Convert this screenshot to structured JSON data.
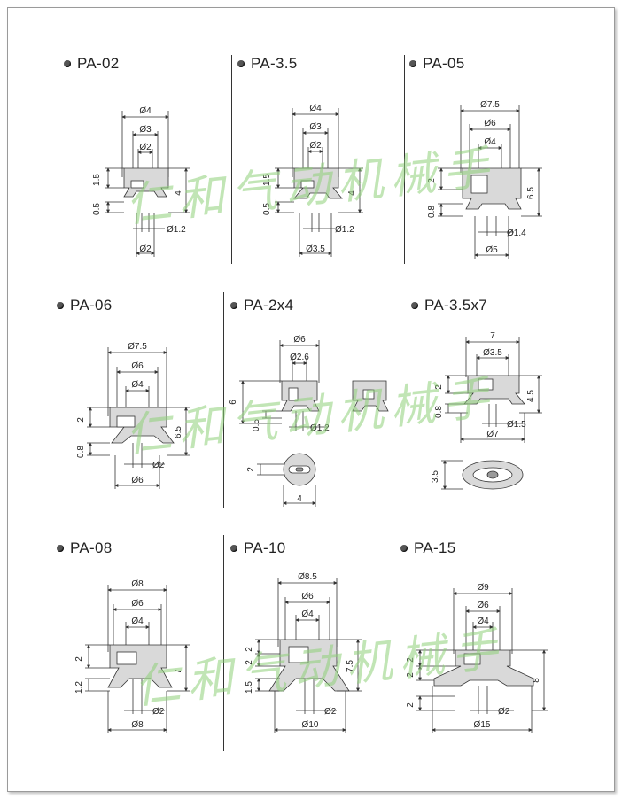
{
  "models": [
    {
      "id": "pa02",
      "title": "PA-02",
      "dims": {
        "d1": "Ø4",
        "d2": "Ø3",
        "d3": "Ø2",
        "h1": "1.5",
        "h2": "0.5",
        "h3": "4",
        "d4": "Ø1.2",
        "d5": "Ø2"
      }
    },
    {
      "id": "pa35",
      "title": "PA-3.5",
      "dims": {
        "d1": "Ø4",
        "d2": "Ø3",
        "d3": "Ø2",
        "h1": "1.5",
        "h2": "0.5",
        "h3": "4",
        "d4": "Ø1.2",
        "d5": "Ø3.5"
      }
    },
    {
      "id": "pa05",
      "title": "PA-05",
      "dims": {
        "d1": "Ø7.5",
        "d2": "Ø6",
        "d3": "Ø4",
        "h1": "2",
        "h2": "0.8",
        "h3": "6.5",
        "d4": "Ø1.4",
        "d5": "Ø5"
      }
    },
    {
      "id": "pa06",
      "title": "PA-06",
      "dims": {
        "d1": "Ø7.5",
        "d2": "Ø6",
        "d3": "Ø4",
        "h1": "2",
        "h2": "0.8",
        "h3": "6.5",
        "d4": "Ø2",
        "d5": "Ø6"
      }
    },
    {
      "id": "pa2x4",
      "title": "PA-2x4",
      "dims": {
        "d1": "Ø6",
        "d2": "Ø2.6",
        "h1": "6",
        "h2": "0.5",
        "d4": "Ø1.2",
        "w": "2",
        "l": "4"
      }
    },
    {
      "id": "pa35x7",
      "title": "PA-3.5x7",
      "dims": {
        "d1": "7",
        "d2": "Ø3.5",
        "h1": "2",
        "h2": "0.8",
        "h3": "4.5",
        "d4": "Ø1.5",
        "d5": "Ø7",
        "w": "3.5"
      }
    },
    {
      "id": "pa08",
      "title": "PA-08",
      "dims": {
        "d1": "Ø8",
        "d2": "Ø6",
        "d3": "Ø4",
        "h1": "2",
        "h2": "1.2",
        "h3": "7",
        "d4": "Ø2",
        "d5": "Ø8"
      }
    },
    {
      "id": "pa10",
      "title": "PA-10",
      "dims": {
        "d1": "Ø8.5",
        "d2": "Ø6",
        "d3": "Ø4",
        "h1": "2",
        "h4": "2",
        "h2": "1.5",
        "h3": "7.5",
        "d4": "Ø2",
        "d5": "Ø10"
      }
    },
    {
      "id": "pa15",
      "title": "PA-15",
      "dims": {
        "d1": "Ø9",
        "d2": "Ø6",
        "d3": "Ø4",
        "h1": "2",
        "h4": "2",
        "h2": "2",
        "h3": "8",
        "d4": "Ø2",
        "d5": "Ø15"
      }
    }
  ],
  "watermark": {
    "text": "仁和气动机械手"
  },
  "colors": {
    "line": "#333333",
    "body": "#d9d9d9",
    "watermark": "#8fd17a"
  }
}
